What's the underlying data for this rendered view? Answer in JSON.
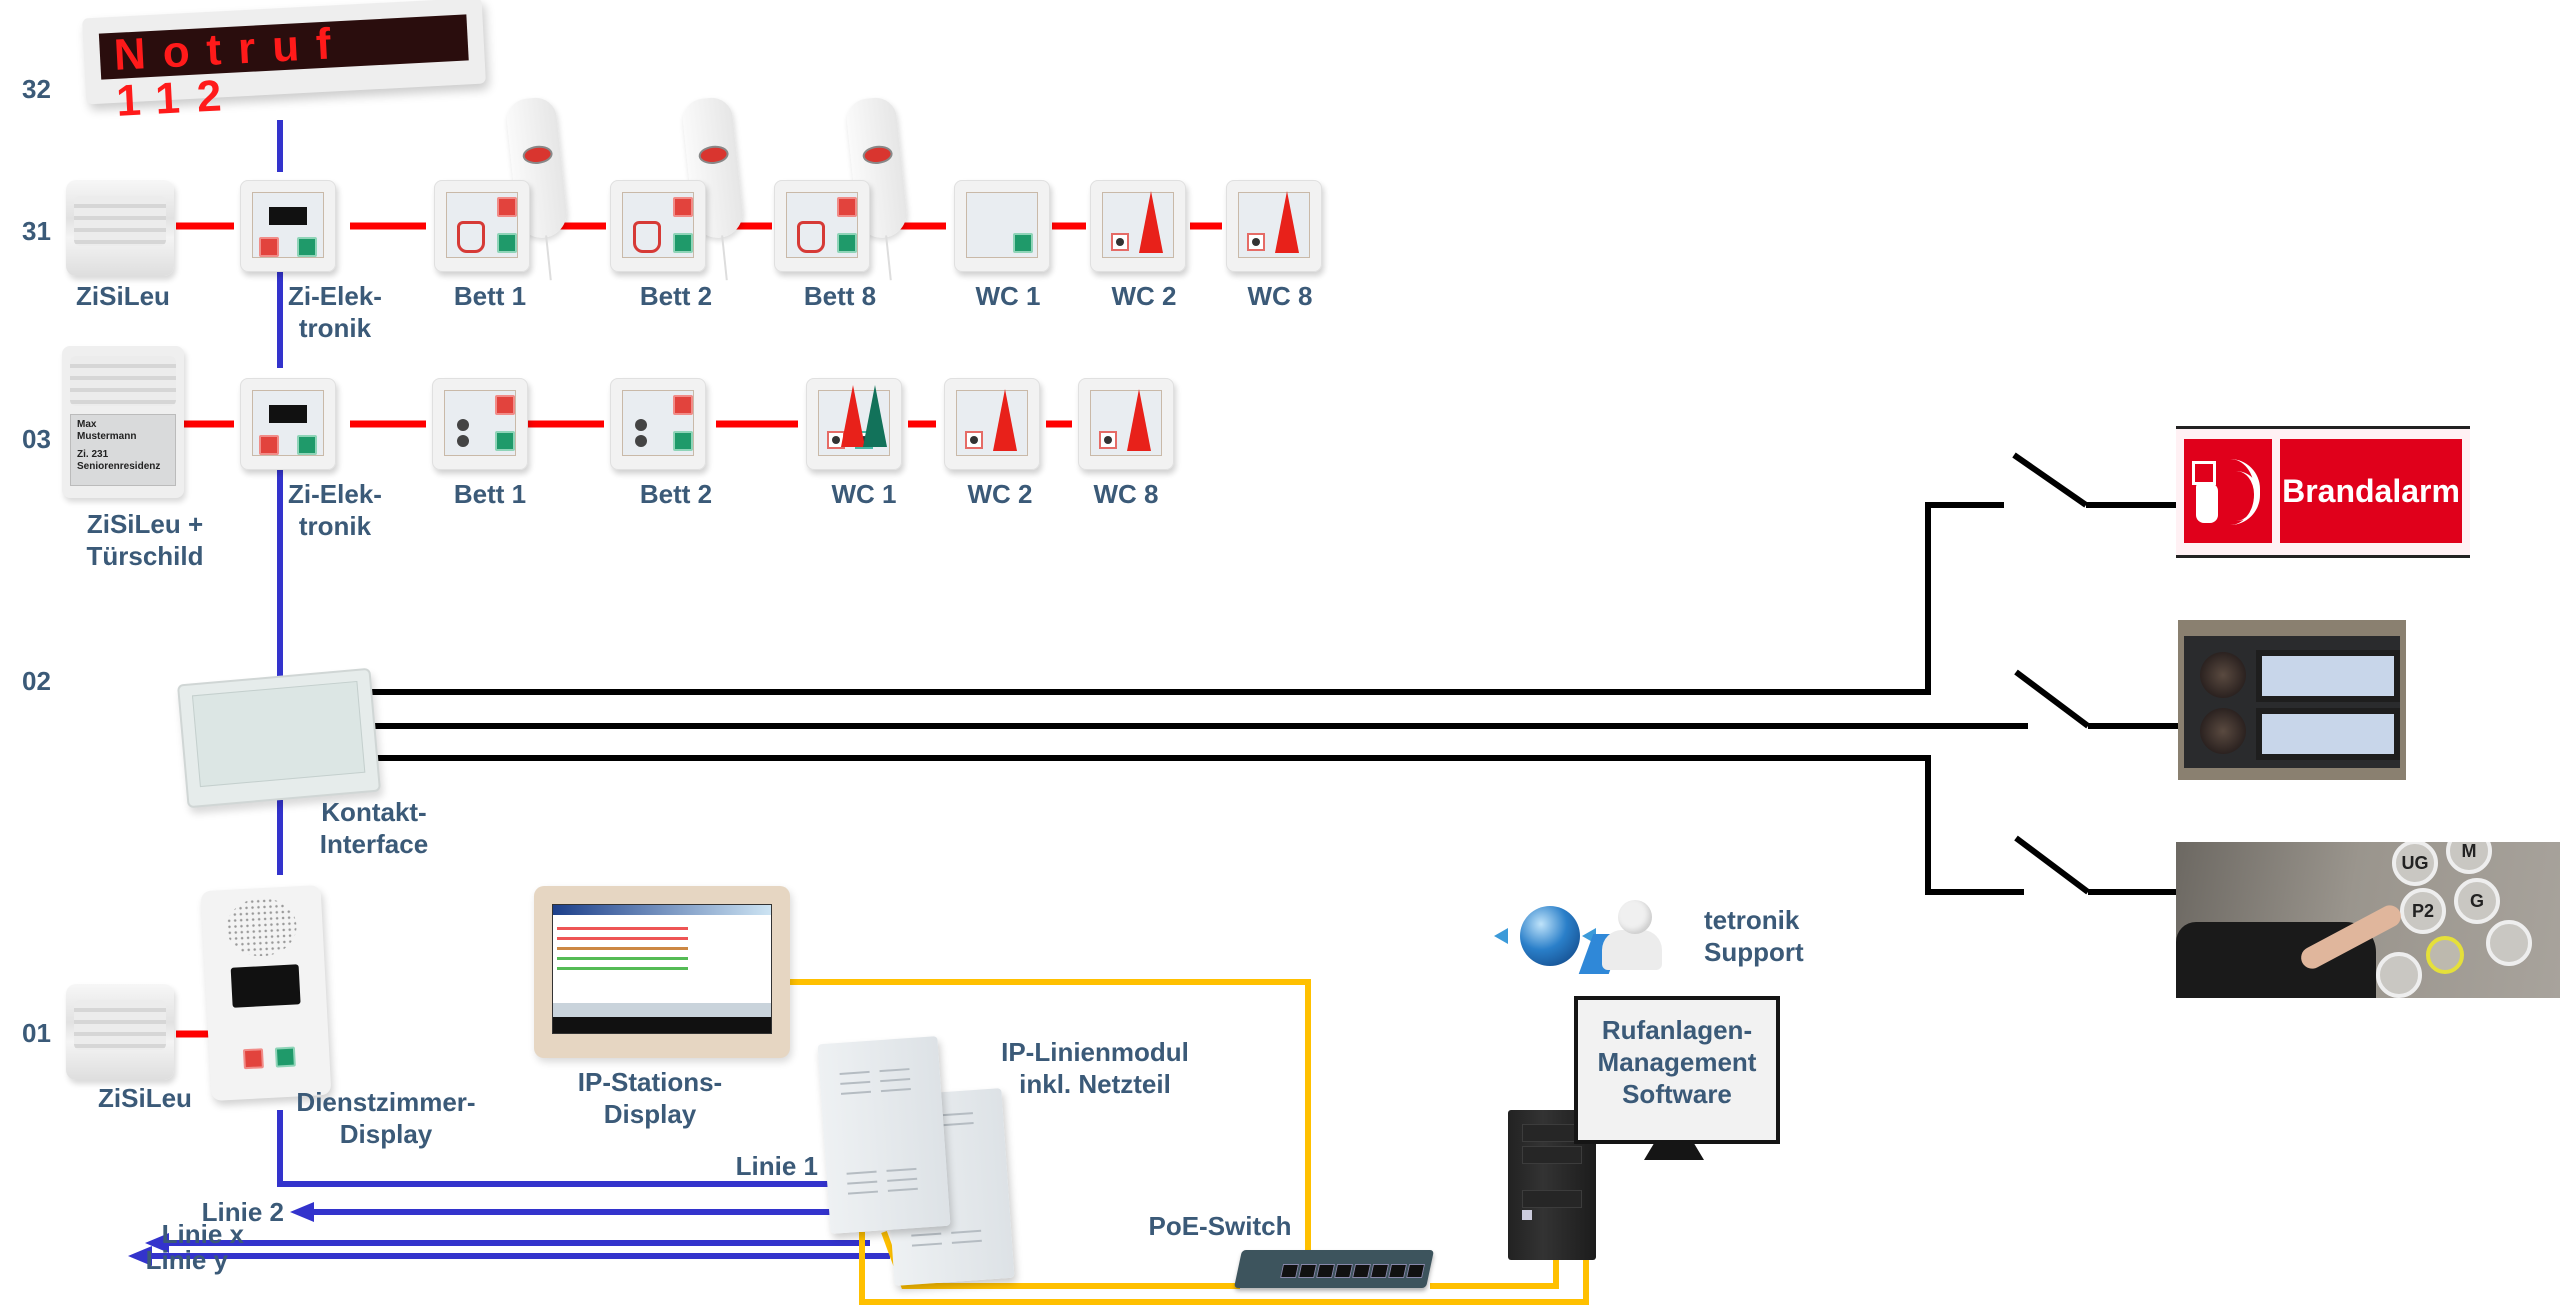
{
  "colors": {
    "label": "#3b5a78",
    "bus_red": "#ff0000",
    "bus_blue": "#3333cc",
    "contact_black": "#000000",
    "network_yellow": "#ffc000",
    "led_text": "#ff1a1a",
    "brand_red": "#e0001b"
  },
  "rows": {
    "r32": "32",
    "r31": "31",
    "r03": "03",
    "r02": "02",
    "r01": "01"
  },
  "led_display": {
    "text": "Notruf 112"
  },
  "row31": {
    "zisileu": "ZiSiLeu",
    "zi_elektronik": [
      "Zi-Elek-",
      "tronik"
    ],
    "devices": [
      "Bett 1",
      "Bett 2",
      "Bett 8",
      "WC 1",
      "WC 2",
      "WC 8"
    ]
  },
  "row03": {
    "zisileu": [
      "ZiSiLeu +",
      "Türschild"
    ],
    "door_sign": [
      "Max",
      "Mustermann",
      "Zi. 231",
      "Seniorenresidenz"
    ],
    "zi_elektronik": [
      "Zi-Elek-",
      "tronik"
    ],
    "devices": [
      "Bett 1",
      "Bett 2",
      "WC 1",
      "WC 2",
      "WC 8"
    ]
  },
  "row02": {
    "kontakt_interface": [
      "Kontakt-",
      "Interface"
    ]
  },
  "row01": {
    "zisileu": "ZiSiLeu",
    "dienstzimmer": [
      "Dienstzimmer-",
      "Display"
    ]
  },
  "ip_station_display": [
    "IP-Stations-",
    "Display"
  ],
  "ip_linienmodul": [
    "IP-Linienmodul",
    "inkl. Netzteil"
  ],
  "poe_switch": "PoE-Switch",
  "lines": {
    "linie1": "Linie 1",
    "linie2": "Linie 2",
    "linie_x": "Linie x",
    "linie_y": "Linie y"
  },
  "support": [
    "tetronik",
    "Support"
  ],
  "management_software": [
    "Rufanlagen-",
    "Management",
    "Software"
  ],
  "external_contacts": {
    "fire_alarm": "Brandalarm",
    "door_bell": "door-bell-panel",
    "elevator_buttons": [
      "UG",
      "M",
      "P2",
      "G"
    ]
  }
}
